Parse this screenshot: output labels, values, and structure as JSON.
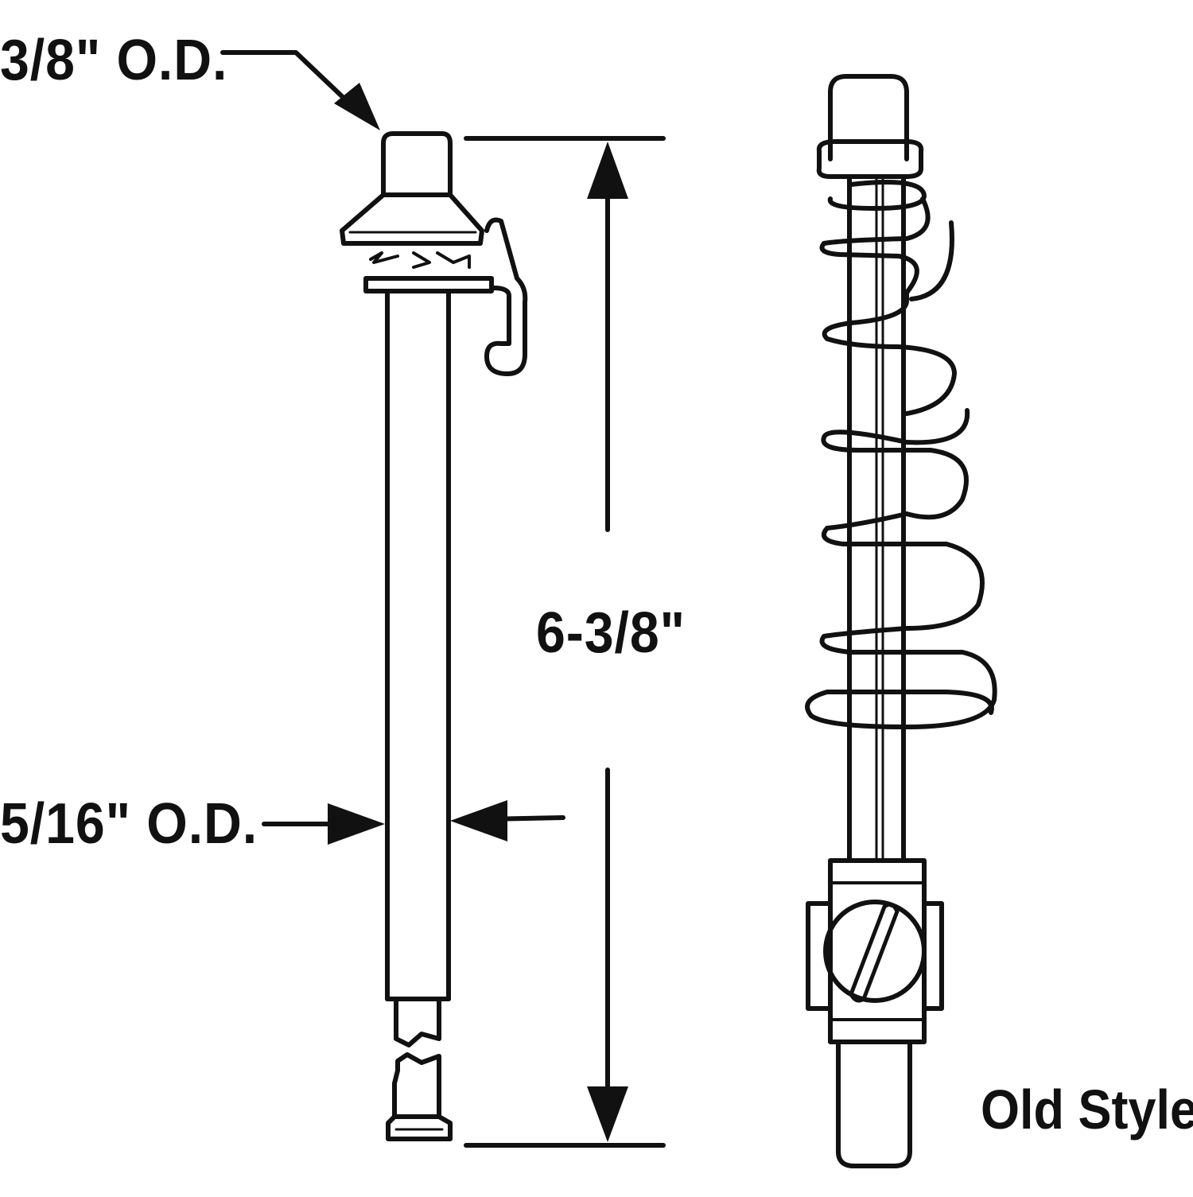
{
  "diagram": {
    "labels": {
      "top_diameter": "3/8\" O.D.",
      "shaft_diameter": "5/16\" O.D.",
      "overall_length": "6-3/8\"",
      "old_style": "Old Style"
    },
    "colors": {
      "ink": "#111111",
      "background": "#ffffff"
    }
  }
}
